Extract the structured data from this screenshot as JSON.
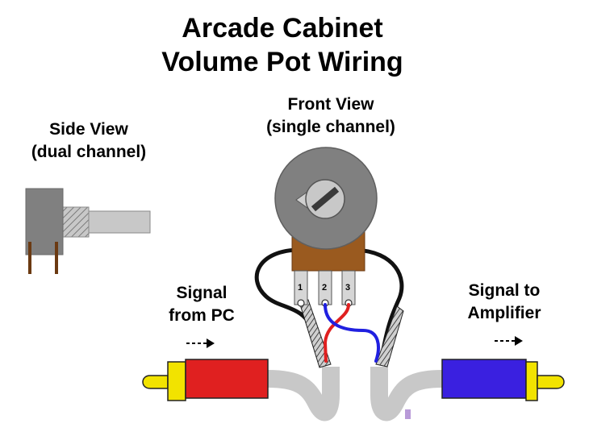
{
  "title": {
    "line1": "Arcade Cabinet",
    "line2": "Volume Pot Wiring"
  },
  "front_view": {
    "line1": "Front View",
    "line2": "(single channel)"
  },
  "side_view": {
    "line1": "Side View",
    "line2": "(dual channel)"
  },
  "signal_in": {
    "line1": "Signal",
    "line2": "from PC"
  },
  "signal_out": {
    "line1": "Signal to",
    "line2": "Amplifier"
  },
  "pins": [
    "1",
    "2",
    "3"
  ],
  "colors": {
    "pot_body": "#808080",
    "pot_base": "#9a5a1f",
    "shaft": "#c8c8c8",
    "plug_red": "#e02020",
    "plug_blue": "#3a20e0",
    "plug_tip": "#f2e300",
    "cable": "#c8c8c8",
    "wire_red": "#e02020",
    "wire_blue": "#2020e0",
    "ground_wire": "#111111"
  }
}
